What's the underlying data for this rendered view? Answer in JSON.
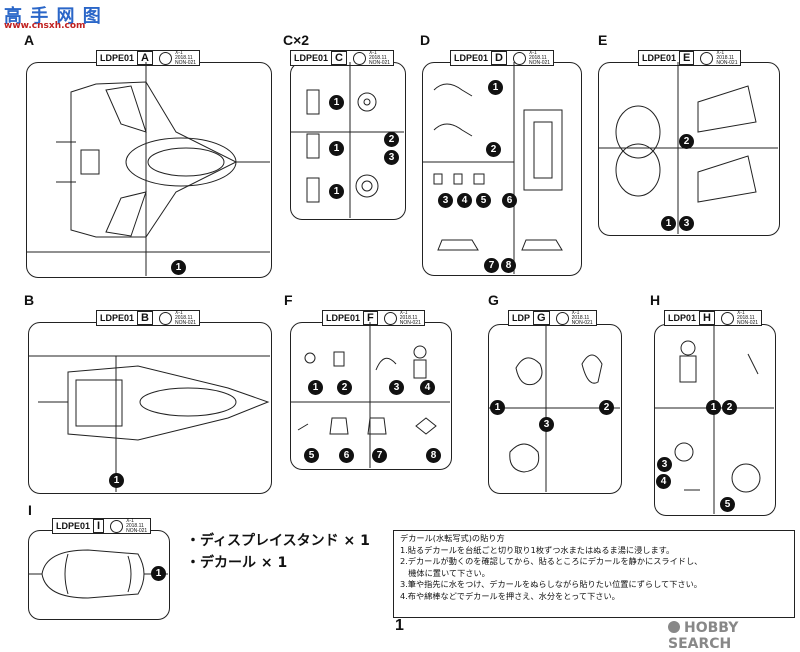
{
  "watermark": {
    "title": "高 手 网 图",
    "sub": "www.cnsxh.com"
  },
  "sections": [
    {
      "id": "A",
      "label": "A",
      "code": "LDPE01",
      "letter": "A",
      "numbers": [
        "1"
      ]
    },
    {
      "id": "C",
      "label": "C×2",
      "code": "LDPE01",
      "letter": "C",
      "numbers": [
        "1",
        "1",
        "1",
        "2",
        "3"
      ]
    },
    {
      "id": "D",
      "label": "D",
      "code": "LDPE01",
      "letter": "D",
      "numbers": [
        "1",
        "2",
        "3",
        "4",
        "5",
        "6",
        "7",
        "8"
      ]
    },
    {
      "id": "E",
      "label": "E",
      "code": "LDPE01",
      "letter": "E",
      "numbers": [
        "2",
        "1",
        "3"
      ]
    },
    {
      "id": "B",
      "label": "B",
      "code": "LDPE01",
      "letter": "B",
      "numbers": [
        "1"
      ]
    },
    {
      "id": "F",
      "label": "F",
      "code": "LDPE01",
      "letter": "F",
      "numbers": [
        "1",
        "2",
        "3",
        "4",
        "5",
        "6",
        "7",
        "8"
      ]
    },
    {
      "id": "G",
      "label": "G",
      "code": "LDP",
      "letter": "G",
      "numbers": [
        "1",
        "2",
        "3"
      ]
    },
    {
      "id": "H",
      "label": "H",
      "code": "LDP01",
      "letter": "H",
      "numbers": [
        "1",
        "2",
        "3",
        "4",
        "5"
      ]
    },
    {
      "id": "I",
      "label": "I",
      "code": "LDPE01",
      "letter": "I",
      "numbers": [
        "1"
      ]
    }
  ],
  "tag_small": [
    "X-1",
    "2018.11",
    "NON-021"
  ],
  "accessories": [
    "・ディスプレイスタンド × 1",
    "・デカール × 1"
  ],
  "decal": {
    "title": "デカール(水転写式)の貼り方",
    "steps": [
      "1.貼るデカールを台紙ごと切り取り1枚ずつ水またはぬるま湯に浸します。",
      "2.デカールが動くのを確認してから、貼るところにデカールを静かにスライドし、",
      "　機体に置いて下さい。",
      "3.筆や指先に水をつけ、デカールをぬらしながら貼りたい位置にずらして下さい。",
      "4.布や綿棒などでデカールを押さえ、水分をとって下さい。"
    ]
  },
  "page_number": "1",
  "brand": "HOBBY SEARCH",
  "colors": {
    "ink": "#111111",
    "watermark": "#2a66c8",
    "brand": "#888888"
  }
}
